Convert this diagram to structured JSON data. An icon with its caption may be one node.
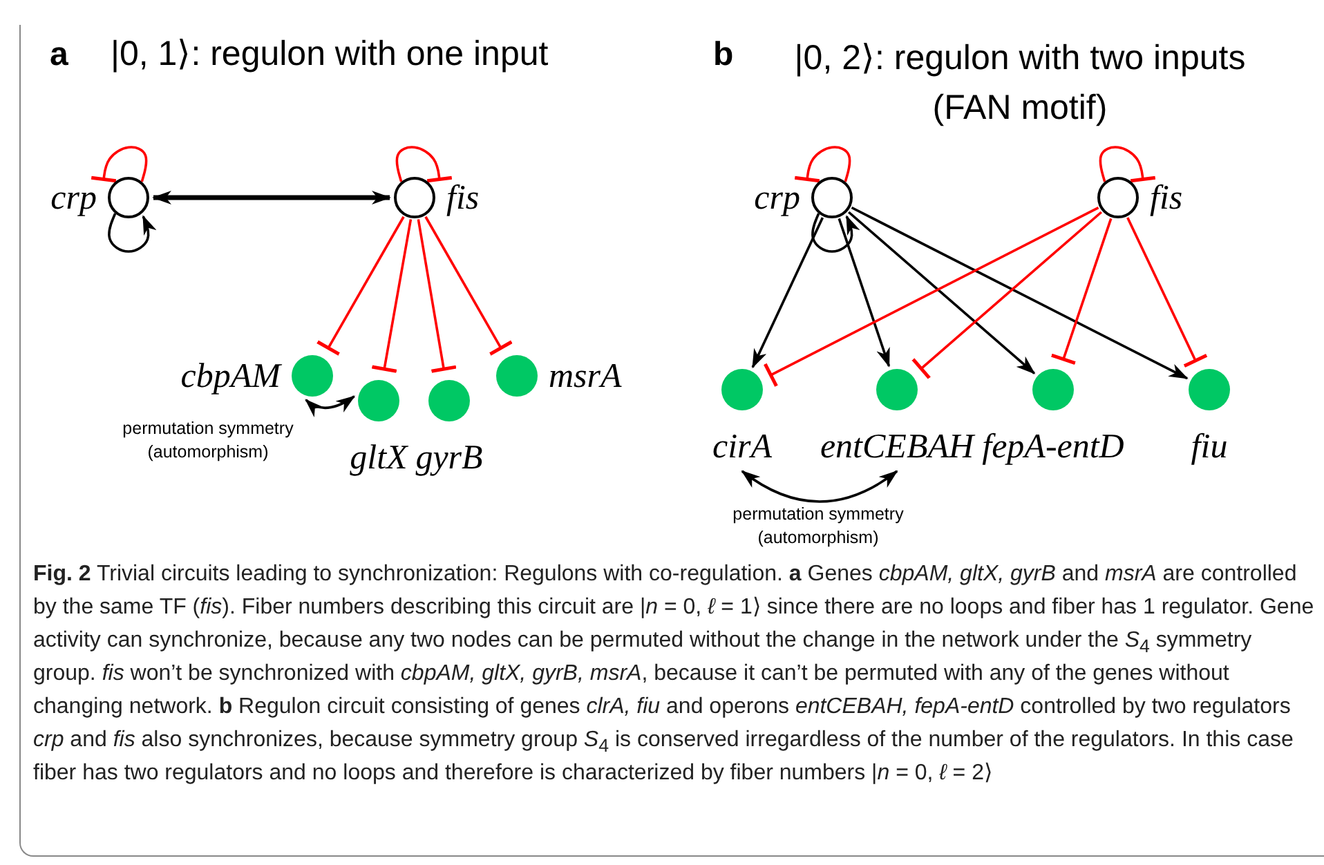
{
  "diagram": {
    "caption": "**Fig. 2** Trivial circuits leading to synchronization: Regulons with co-regulation. **a** Genes *cbpAM, gltX, gyrB* and *msrA* are controlled by the same TF (*fis*). Fiber numbers describing this circuit are |*n* = 0, *ℓ* = 1⟩ since there are no loops and fiber has 1 regulator. Gene activity can synchronize, because any two nodes can be permuted without the change in the network under the *S*$_{4}$ symmetry group. *fis* won’t be synchronized with *cbpAM, gltX, gyrB, msrA*, because it can’t be permuted with any of the genes without changing network. **b** Regulon circuit consisting of genes *clrA, fiu* and operons *entCEBAH, fepA-entD* controlled by two regulators *crp* and *fis* also synchronizes, because symmetry group *S*$_{4}$ is conserved irregardless of the number of the regulators. In this case fiber has two regulators and no loops and therefore is characterized by fiber numbers |*n* = 0, *ℓ* = 2⟩",
    "nodes": [
      {
        "text": [],
        "shape": "circle",
        "beside": [
          "crp"
        ]
      },
      {
        "text": [],
        "shape": "circle",
        "beside": [
          "fis"
        ]
      },
      {
        "text": [],
        "shape": "circle",
        "beside": [
          "cbpAM"
        ]
      },
      {
        "text": [],
        "shape": "circle",
        "beside": [
          "gltX"
        ]
      },
      {
        "text": [],
        "shape": "circle",
        "beside": [
          "gyrB"
        ]
      },
      {
        "text": [],
        "shape": "circle",
        "beside": [
          "msrA"
        ]
      },
      {
        "text": [],
        "shape": "circle",
        "beside": [
          "crp"
        ]
      },
      {
        "text": [],
        "shape": "circle",
        "beside": [
          "fis"
        ]
      },
      {
        "text": [],
        "shape": "circle",
        "beside": [
          "cirA"
        ]
      },
      {
        "text": [],
        "shape": "circle",
        "beside": [
          "entCEBAH"
        ]
      },
      {
        "text": [],
        "shape": "circle",
        "beside": [
          "fepA-entD"
        ]
      },
      {
        "text": [],
        "shape": "circle",
        "beside": [
          "fiu"
        ]
      }
    ],
    "edges": [
      {
        "from": 0,
        "to": 0,
        "arrow": "other"
      },
      {
        "from": 0,
        "to": 0,
        "arrow": "to",
        "color": "#000000"
      },
      {
        "from": 1,
        "to": 1,
        "arrow": "other"
      },
      {
        "from": 0,
        "to": 1,
        "arrow": "both",
        "style": "thick",
        "color": "#000000"
      },
      {
        "from": 1,
        "to": 2,
        "arrow": "other"
      },
      {
        "from": 1,
        "to": 3,
        "arrow": "other"
      },
      {
        "from": 1,
        "to": 4,
        "arrow": "other"
      },
      {
        "from": 1,
        "to": 5,
        "arrow": "other"
      },
      {
        "from": 2,
        "to": 3,
        "arrow": "both",
        "color": "#000000"
      },
      {
        "from": 6,
        "to": 6,
        "arrow": "other"
      },
      {
        "from": 6,
        "to": 6,
        "arrow": "to",
        "color": "#000000"
      },
      {
        "from": 7,
        "to": 7,
        "arrow": "other"
      },
      {
        "from": 6,
        "to": 8,
        "arrow": "to",
        "color": "#000000"
      },
      {
        "from": 6,
        "to": 9,
        "arrow": "to",
        "color": "#000000"
      },
      {
        "from": 6,
        "to": 10,
        "arrow": "to",
        "color": "#000000"
      },
      {
        "from": 6,
        "to": 11,
        "arrow": "to",
        "color": "#000000"
      },
      {
        "from": 7,
        "to": 8,
        "arrow": "other"
      },
      {
        "from": 7,
        "to": 9,
        "arrow": "other"
      },
      {
        "from": 7,
        "to": 10,
        "arrow": "other"
      },
      {
        "from": 7,
        "to": 11,
        "arrow": "other"
      },
      {
        "from": 8,
        "to": 9,
        "arrow": "both",
        "color": "#000000"
      }
    ],
    "labels": [
      "a",
      "|0, 1⟩: regulon with one input",
      "b",
      "|0, 2⟩: regulon with two inputs (FAN motif)",
      "permutation symmetry (automorphism)",
      "permutation symmetry (automorphism)"
    ]
  }
}
